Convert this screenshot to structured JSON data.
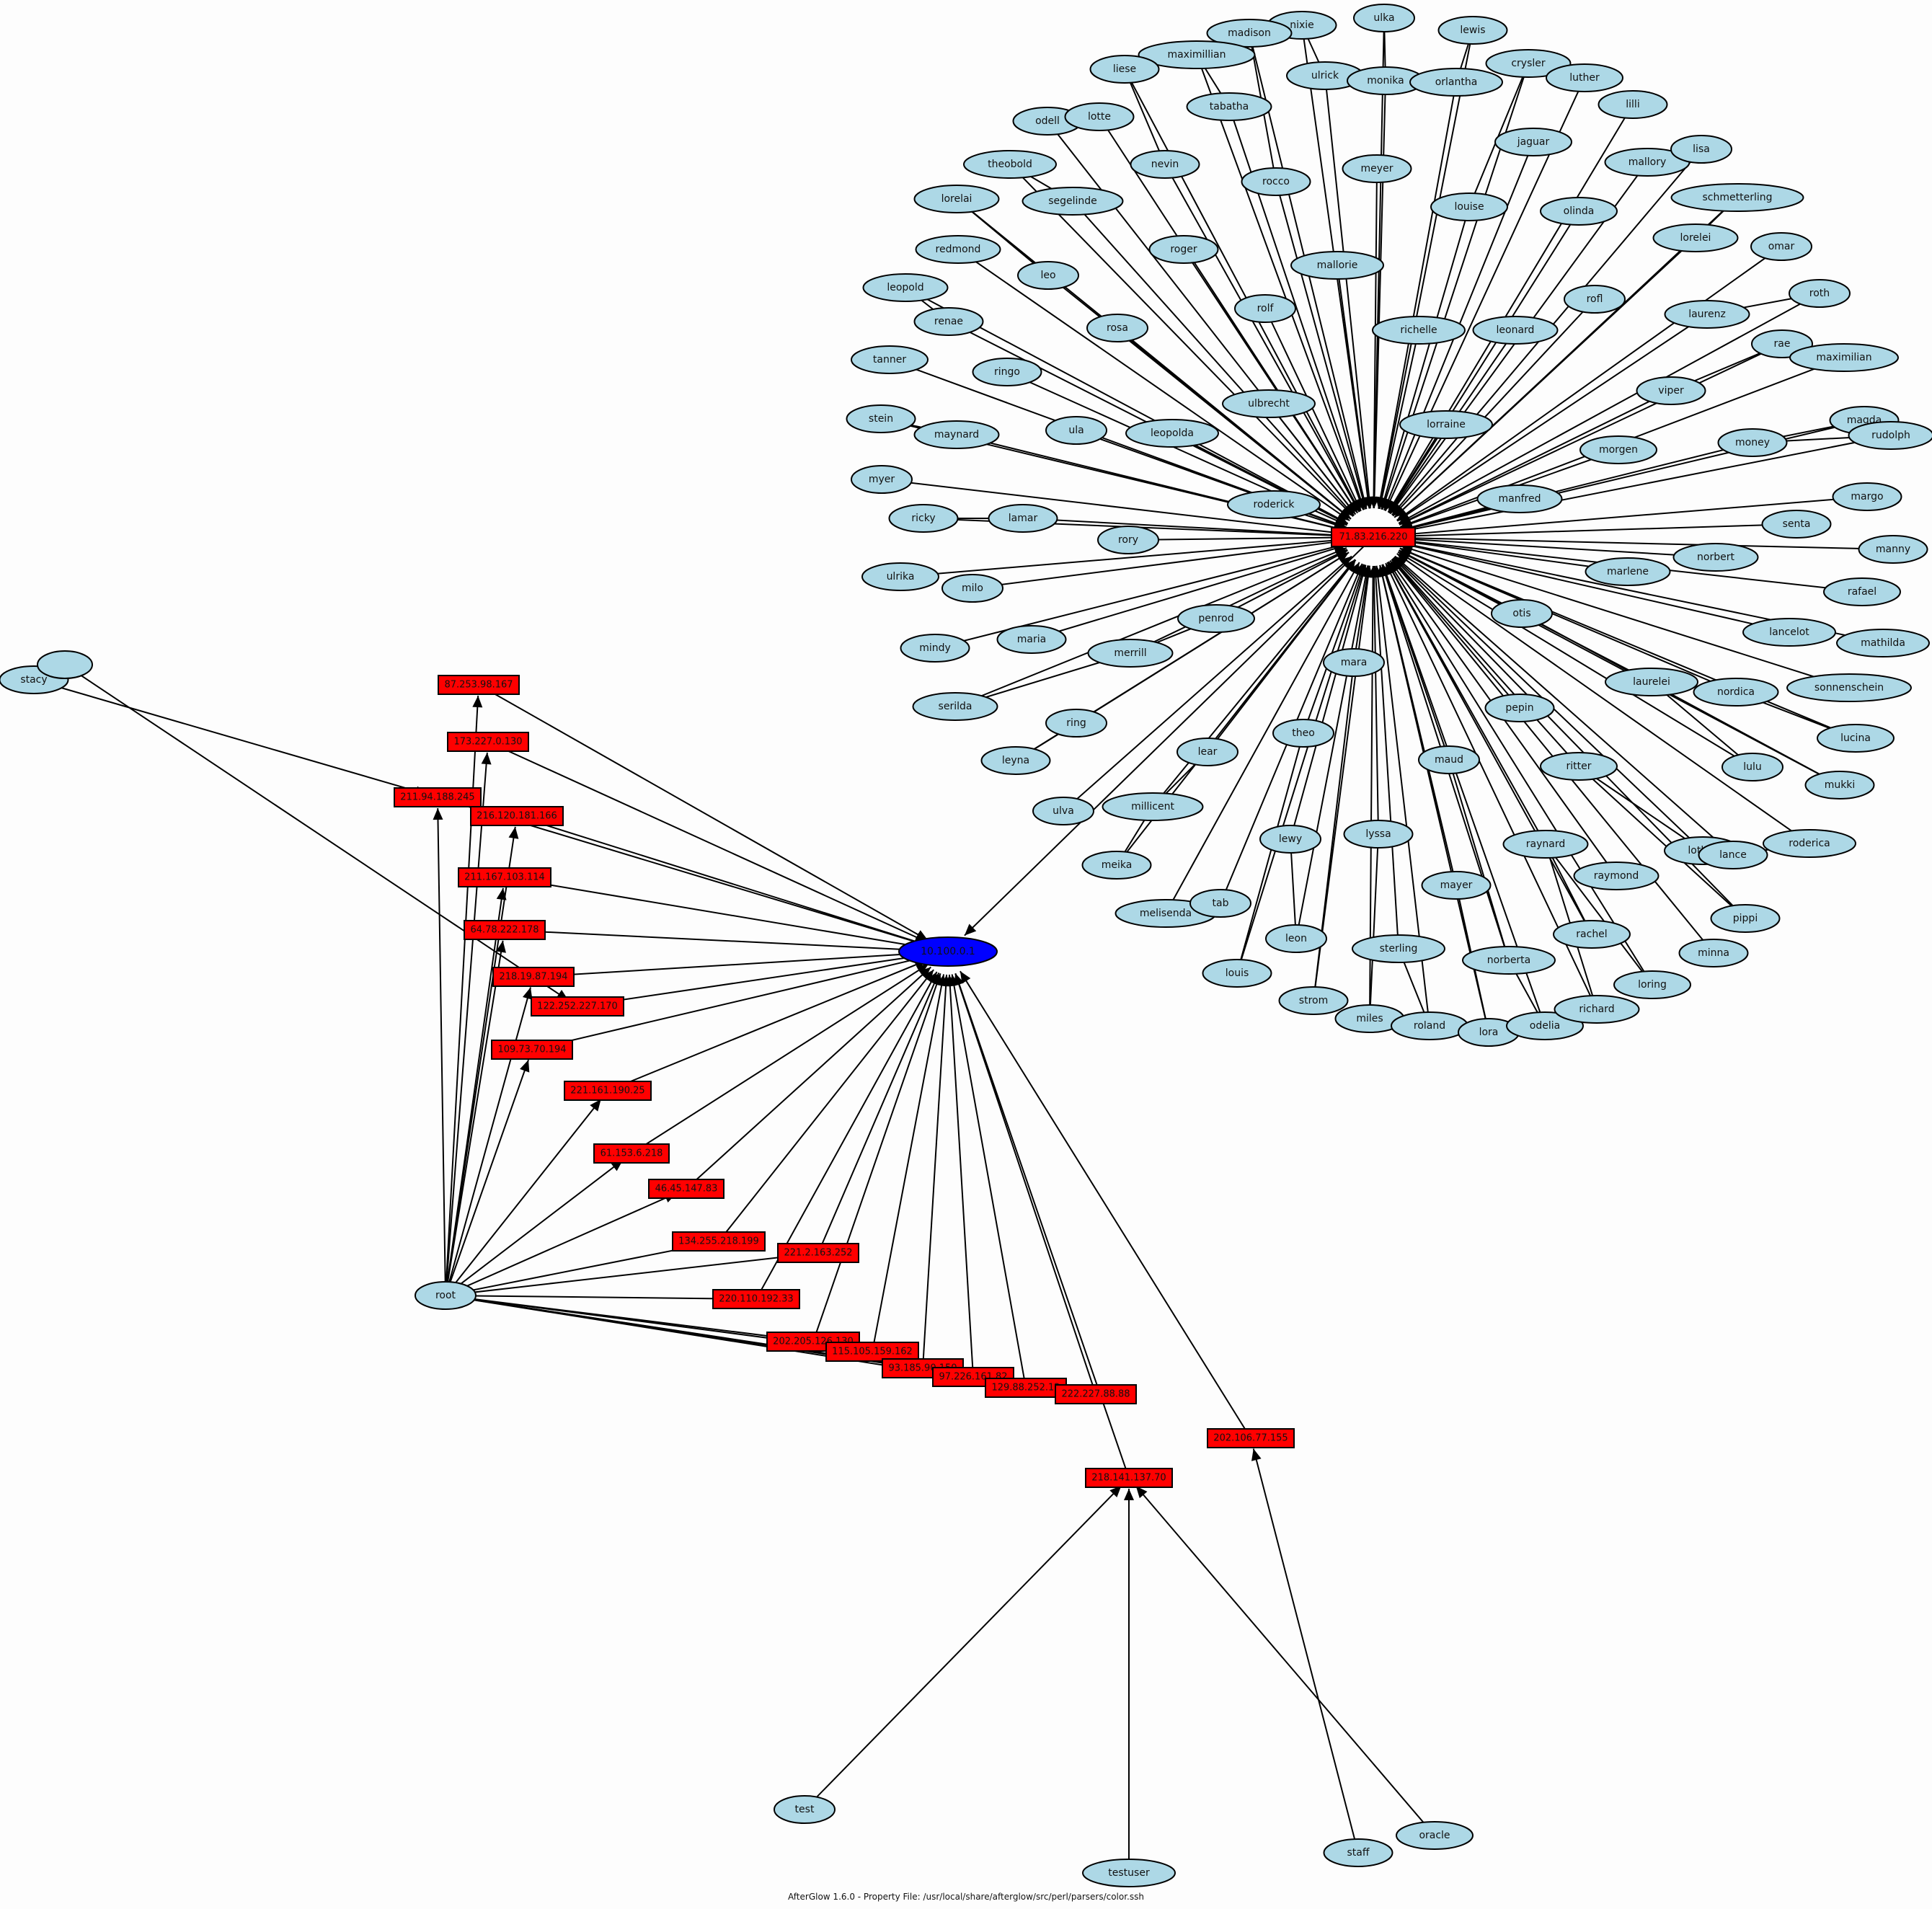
{
  "footer": "AfterGlow 1.6.0 - Property File: /usr/local/share/afterglow/src/perl/parsers/color.ssh",
  "hub_label": "71.83.216.220",
  "target_label": "10.100.0.1",
  "colors": {
    "user": "#add8e6",
    "ip": "#ff0000",
    "target": "#0000ff",
    "edge": "#000000"
  },
  "hub_users": [
    "ulka",
    "lewis",
    "nixie",
    "madison",
    "maximillian",
    "liese",
    "ulrick",
    "monika",
    "orlantha",
    "crysler",
    "luther",
    "lilli",
    "tabatha",
    "odell",
    "lotte",
    "nevin",
    "meyer",
    "jaguar",
    "mallory",
    "lisa",
    "theobold",
    "segelinde",
    "rocco",
    "louise",
    "olinda",
    "lorelai",
    "schmetterling",
    "roger",
    "mallorie",
    "lorelei",
    "omar",
    "redmond",
    "leo",
    "leopold",
    "rolf",
    "rofl",
    "roth",
    "renae",
    "rosa",
    "richelle",
    "leonard",
    "laurenz",
    "rae",
    "tanner",
    "ringo",
    "maximilian",
    "viper",
    "ulbrecht",
    "stein",
    "maynard",
    "ula",
    "leopolda",
    "lorraine",
    "magda",
    "money",
    "rudolph",
    "morgen",
    "myer",
    "roderick",
    "manfred",
    "margo",
    "ricky",
    "lamar",
    "rory",
    "senta",
    "manny",
    "norbert",
    "ulrika",
    "milo",
    "marlene",
    "rafael",
    "mindy",
    "maria",
    "penrod",
    "otis",
    "lancelot",
    "mathilda",
    "merrill",
    "serilda",
    "mara",
    "laurelei",
    "sonnenschein",
    "nordica",
    "pepin",
    "ring",
    "leyna",
    "lear",
    "theo",
    "lucina",
    "ulva",
    "millicent",
    "maud",
    "ritter",
    "lulu",
    "mukki",
    "meika",
    "lewy",
    "raynard",
    "lothar",
    "roderica",
    "lyssa",
    "lance",
    "melisenda",
    "tab",
    "mayer",
    "raymond",
    "pippi",
    "leon",
    "rachel",
    "sterling",
    "minna",
    "louis",
    "norberta",
    "loring",
    "strom",
    "miles",
    "roland",
    "lora",
    "odelia",
    "richard"
  ],
  "ip_nodes": [
    "87.253.98.167",
    "173.227.0.130",
    "211.94.188.245",
    "216.120.181.166",
    "211.167.103.114",
    "64.78.222.178",
    "218.19.87.194",
    "122.252.227.170",
    "109.73.70.194",
    "221.161.190.25",
    "61.153.6.218",
    "46.45.147.83",
    "134.255.218.199",
    "221.2.163.252",
    "220.110.192.33",
    "202.205.126.130",
    "115.105.159.162",
    "93.185.90.150",
    "97.226.161.82",
    "129.88.252.12",
    "222.227.88.88",
    "202.106.77.155",
    "218.141.137.70"
  ],
  "other_users": [
    "stacy",
    "",
    "root",
    "test",
    "testuser",
    "staff",
    "oracle"
  ]
}
